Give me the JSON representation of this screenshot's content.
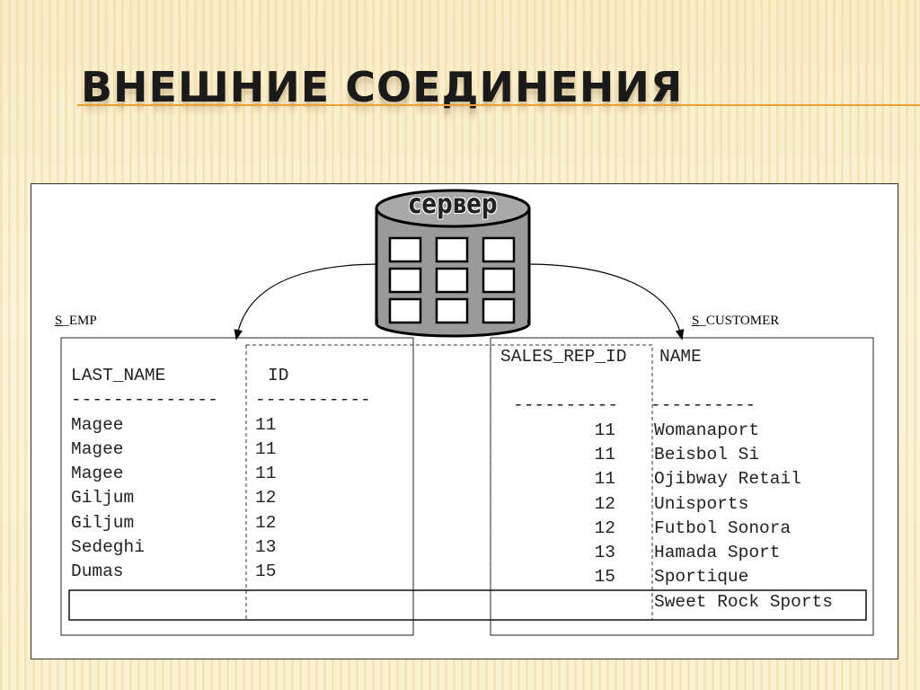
{
  "slide": {
    "title": "ВНЕШНИЕ СОЕДИНЕНИЯ"
  },
  "server": {
    "label": "сервер"
  },
  "emp_table": {
    "caption_prefix": "S",
    "caption_rest": "_EMP",
    "headers": [
      "LAST_NAME",
      "ID"
    ],
    "separators": [
      "--------------",
      "-----------"
    ],
    "rows": [
      {
        "last_name": "Magee",
        "id": "11"
      },
      {
        "last_name": "Magee",
        "id": "11"
      },
      {
        "last_name": "Magee",
        "id": "11"
      },
      {
        "last_name": "Giljum",
        "id": "12"
      },
      {
        "last_name": "Giljum",
        "id": "12"
      },
      {
        "last_name": "Sedeghi",
        "id": "13"
      },
      {
        "last_name": "Dumas",
        "id": "15"
      }
    ]
  },
  "customer_table": {
    "caption_prefix": "S",
    "caption_rest": "_CUSTOMER",
    "headers": [
      "SALES_REP_ID",
      "NAME"
    ],
    "separators": [
      "----------",
      "----------"
    ],
    "rows": [
      {
        "sales_rep_id": "11",
        "name": "Womanaport"
      },
      {
        "sales_rep_id": "11",
        "name": "Beisbol Si"
      },
      {
        "sales_rep_id": "11",
        "name": "Ojibway Retail"
      },
      {
        "sales_rep_id": "12",
        "name": "Unisports"
      },
      {
        "sales_rep_id": "12",
        "name": "Futbol Sonora"
      },
      {
        "sales_rep_id": "13",
        "name": "Hamada Sport"
      },
      {
        "sales_rep_id": "15",
        "name": "Sportique"
      },
      {
        "sales_rep_id": "",
        "name": "Sweet Rock Sports"
      }
    ]
  },
  "colors": {
    "accent_rule": "#e8a236",
    "background": "#fbf1cf"
  }
}
